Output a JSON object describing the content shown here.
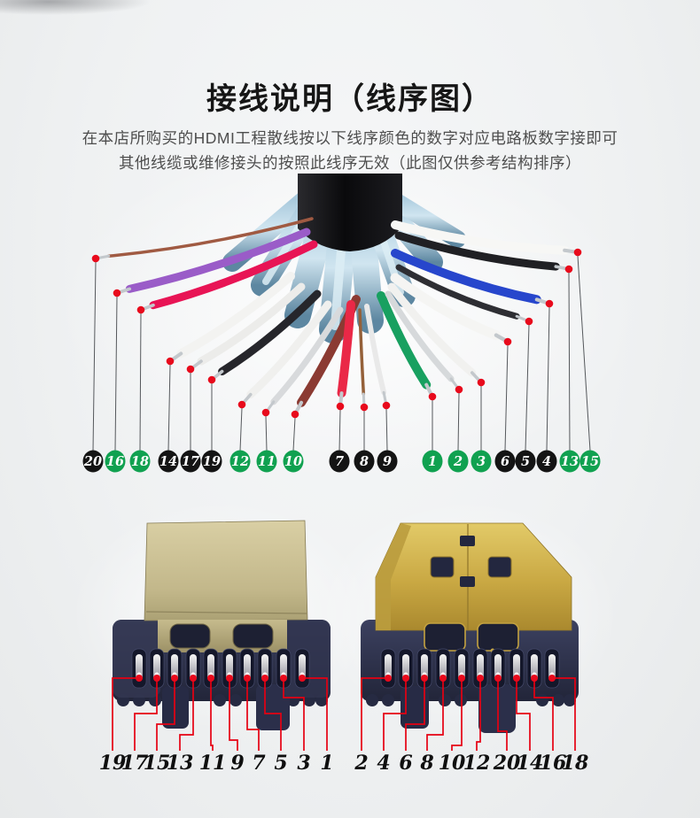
{
  "header": {
    "title": "接线说明（线序图）",
    "subtitle_line1": "在本店所购买的HDMI工程散线按以下线序颜色的数字对应电路板数字接即可",
    "subtitle_line2": "其他线缆或维修接头的按照此线序无效（此图仅供参考结构排序）"
  },
  "colors": {
    "badge_black": "#141414",
    "badge_green": "#10a150",
    "leader_line": "#55585c",
    "trace_red": "#e60012",
    "dot_red": "#e80a1c",
    "tip_silver": "#c3c8cc",
    "background": "#eff1f2"
  },
  "wire_badges": [
    {
      "label": "20",
      "badge": "black",
      "wire": "copper-braid",
      "wire_color": "#a05a42"
    },
    {
      "label": "16",
      "badge": "green",
      "wire": "purple",
      "wire_color": "#9a5cc8"
    },
    {
      "label": "18",
      "badge": "green",
      "wire": "crimson",
      "wire_color": "#e81455"
    },
    {
      "label": "14",
      "badge": "black",
      "wire": "white",
      "wire_color": "#f3f3f1"
    },
    {
      "label": "17",
      "badge": "black",
      "wire": "white",
      "wire_color": "#ececea"
    },
    {
      "label": "19",
      "badge": "black",
      "wire": "black",
      "wire_color": "#26262b"
    },
    {
      "label": "12",
      "badge": "green",
      "wire": "white",
      "wire_color": "#f0f0ee"
    },
    {
      "label": "11",
      "badge": "green",
      "wire": "silver-braid",
      "wire_color": "#d8dadc"
    },
    {
      "label": "10",
      "badge": "green",
      "wire": "maroon",
      "wire_color": "#8b3a32"
    },
    {
      "label": "7",
      "badge": "black",
      "wire": "red",
      "wire_color": "#ea2847"
    },
    {
      "label": "8",
      "badge": "black",
      "wire": "copper-thin",
      "wire_color": "#946039"
    },
    {
      "label": "9",
      "badge": "black",
      "wire": "white-braid",
      "wire_color": "#e9e9e9"
    },
    {
      "label": "1",
      "badge": "green",
      "wire": "green",
      "wire_color": "#18a060"
    },
    {
      "label": "2",
      "badge": "green",
      "wire": "silver-braid",
      "wire_color": "#d6d9db"
    },
    {
      "label": "3",
      "badge": "green",
      "wire": "white",
      "wire_color": "#f1f1ef"
    },
    {
      "label": "6",
      "badge": "black",
      "wire": "white",
      "wire_color": "#f5f5f3"
    },
    {
      "label": "5",
      "badge": "black",
      "wire": "black",
      "wire_color": "#2e2e33"
    },
    {
      "label": "4",
      "badge": "black",
      "wire": "blue",
      "wire_color": "#2746cc"
    },
    {
      "label": "13",
      "badge": "green",
      "wire": "black",
      "wire_color": "#202024"
    },
    {
      "label": "15",
      "badge": "green",
      "wire": "white",
      "wire_color": "#f7f7f5"
    }
  ],
  "left_connector_pins": [
    "19",
    "17",
    "15",
    "13",
    "11",
    "9",
    "7",
    "5",
    "3",
    "1"
  ],
  "right_connector_pins": [
    "2",
    "4",
    "6",
    "8",
    "10",
    "12",
    "20",
    "14",
    "16",
    "18"
  ]
}
